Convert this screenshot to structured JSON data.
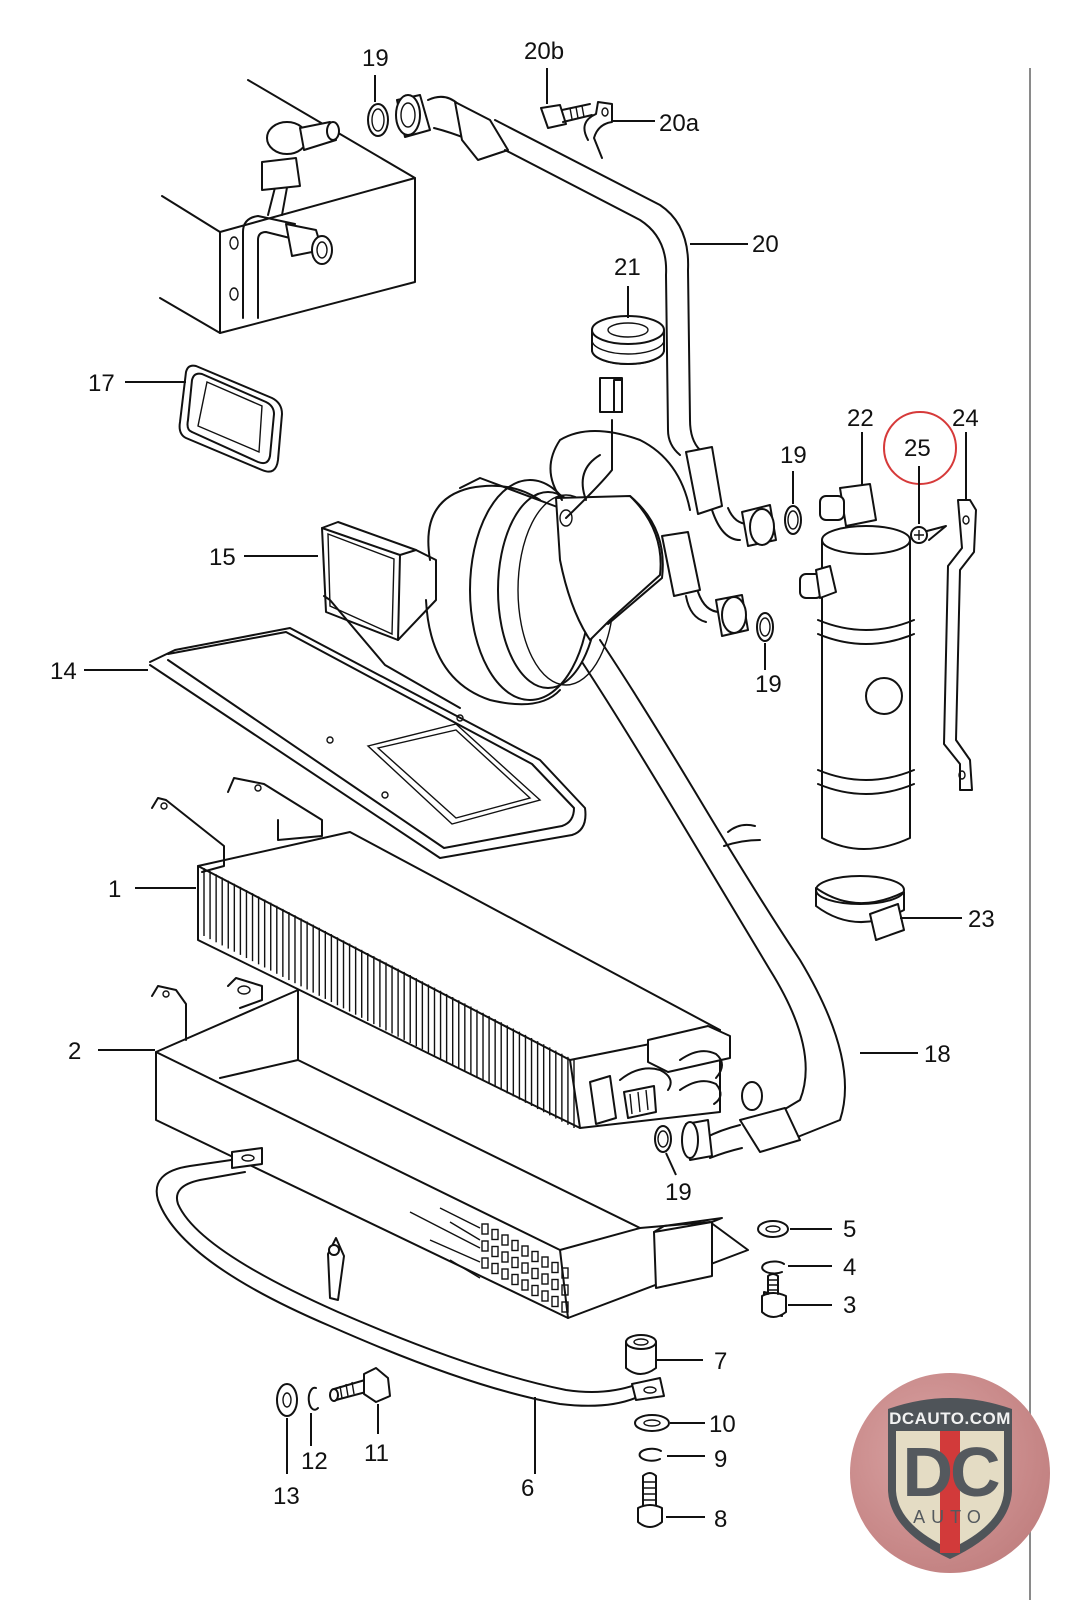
{
  "diagram": {
    "type": "exploded parts diagram",
    "subject": "A/C evaporator, blower and receiver-drier assembly",
    "highlighted_callout": "25",
    "highlight_color": "#d63a3a",
    "callouts": {
      "c1": "1",
      "c2": "2",
      "c3": "3",
      "c4": "4",
      "c5": "5",
      "c6": "6",
      "c7": "7",
      "c8": "8",
      "c9": "9",
      "c10": "10",
      "c11": "11",
      "c12": "12",
      "c13": "13",
      "c14": "14",
      "c15": "15",
      "c17": "17",
      "c18": "18",
      "c19a": "19",
      "c19b": "19",
      "c19c": "19",
      "c19d": "19",
      "c20": "20",
      "c20a": "20a",
      "c20b": "20b",
      "c21": "21",
      "c22": "22",
      "c23": "23",
      "c24": "24",
      "c25": "25"
    }
  },
  "watermark": {
    "site": "DCAUTO.COM",
    "monogram": "DC",
    "subtitle": "AUTO",
    "colors": {
      "shield_fill": "#e4dcc4",
      "stripe": "#d23a3a",
      "text": "#54595e",
      "badge_bg": "#c98a8a"
    }
  }
}
